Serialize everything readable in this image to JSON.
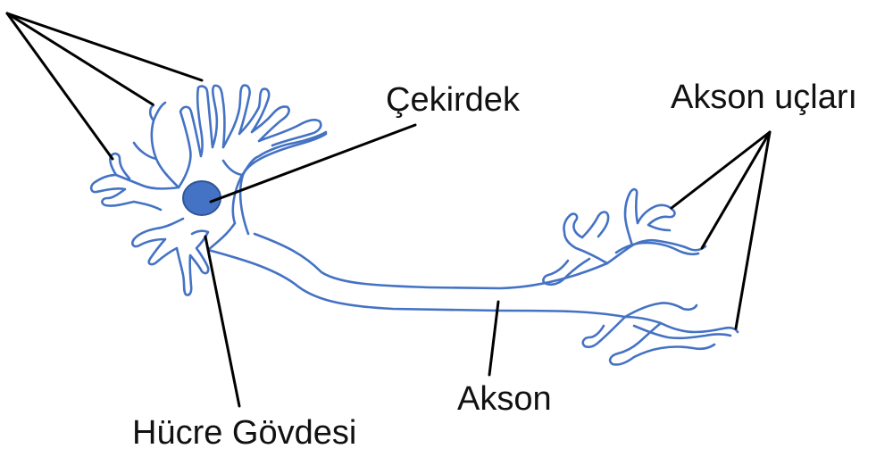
{
  "labels": {
    "nucleus": "Çekirdek",
    "axon_terminals": "Akson uçları",
    "axon": "Akson",
    "cell_body": "Hücre Gövdesi"
  },
  "colors": {
    "outline": "#4472C4",
    "nucleus_fill": "#4472C4",
    "nucleus_stroke": "#2F5597",
    "leader_lines": "#000000",
    "text": "#111111",
    "background": "#ffffff"
  }
}
